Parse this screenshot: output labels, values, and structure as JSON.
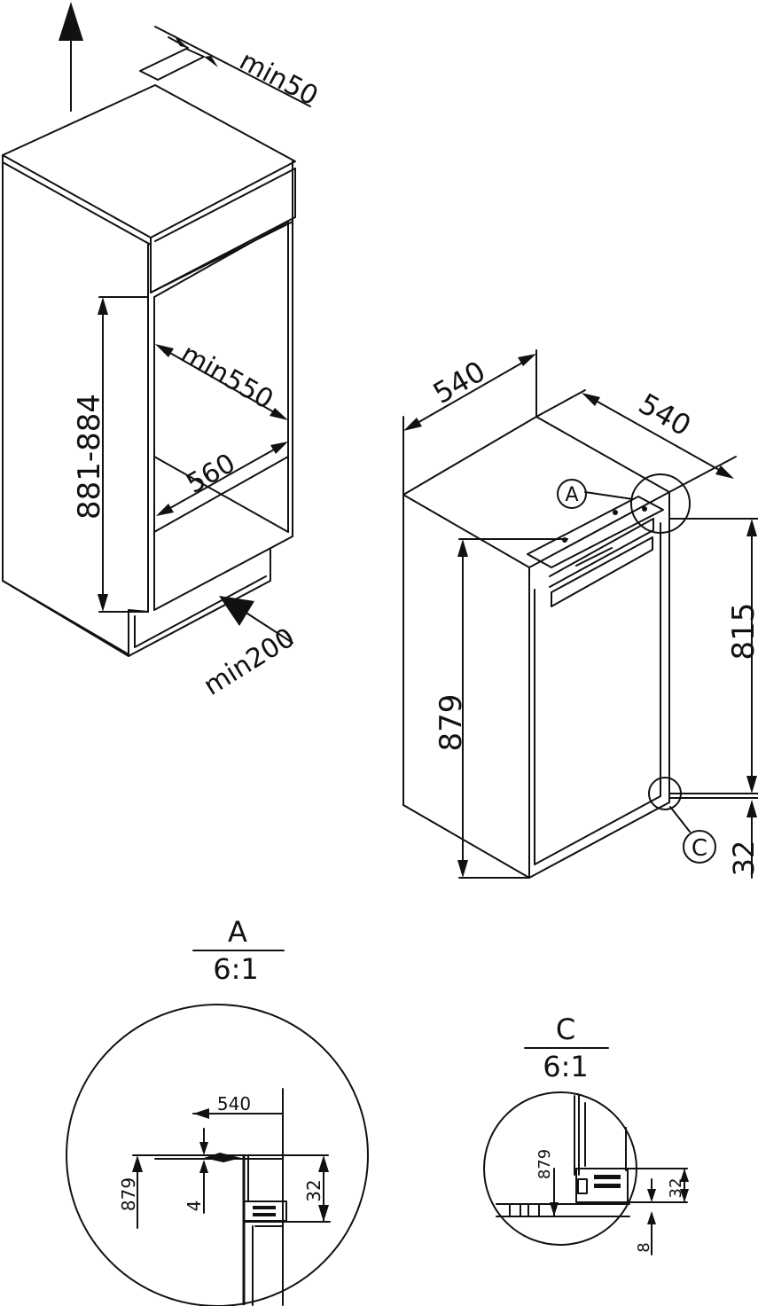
{
  "niche": {
    "clearance_top": "min50",
    "height_range": "881-884",
    "depth_min": "min550",
    "width": "560",
    "vent_bottom": "min200"
  },
  "appliance": {
    "depth": "540",
    "width": "540",
    "height": "879",
    "upper_height": "815",
    "plinth": "32",
    "callout_a": "A",
    "callout_c": "C"
  },
  "detail_a": {
    "title": "A",
    "scale": "6:1",
    "dim_width": "540",
    "dim_height": "879",
    "dim_gap": "4",
    "dim_offset": "32"
  },
  "detail_c": {
    "title": "C",
    "scale": "6:1",
    "dim_height": "879",
    "dim_offset": "32",
    "dim_gap": "8"
  }
}
